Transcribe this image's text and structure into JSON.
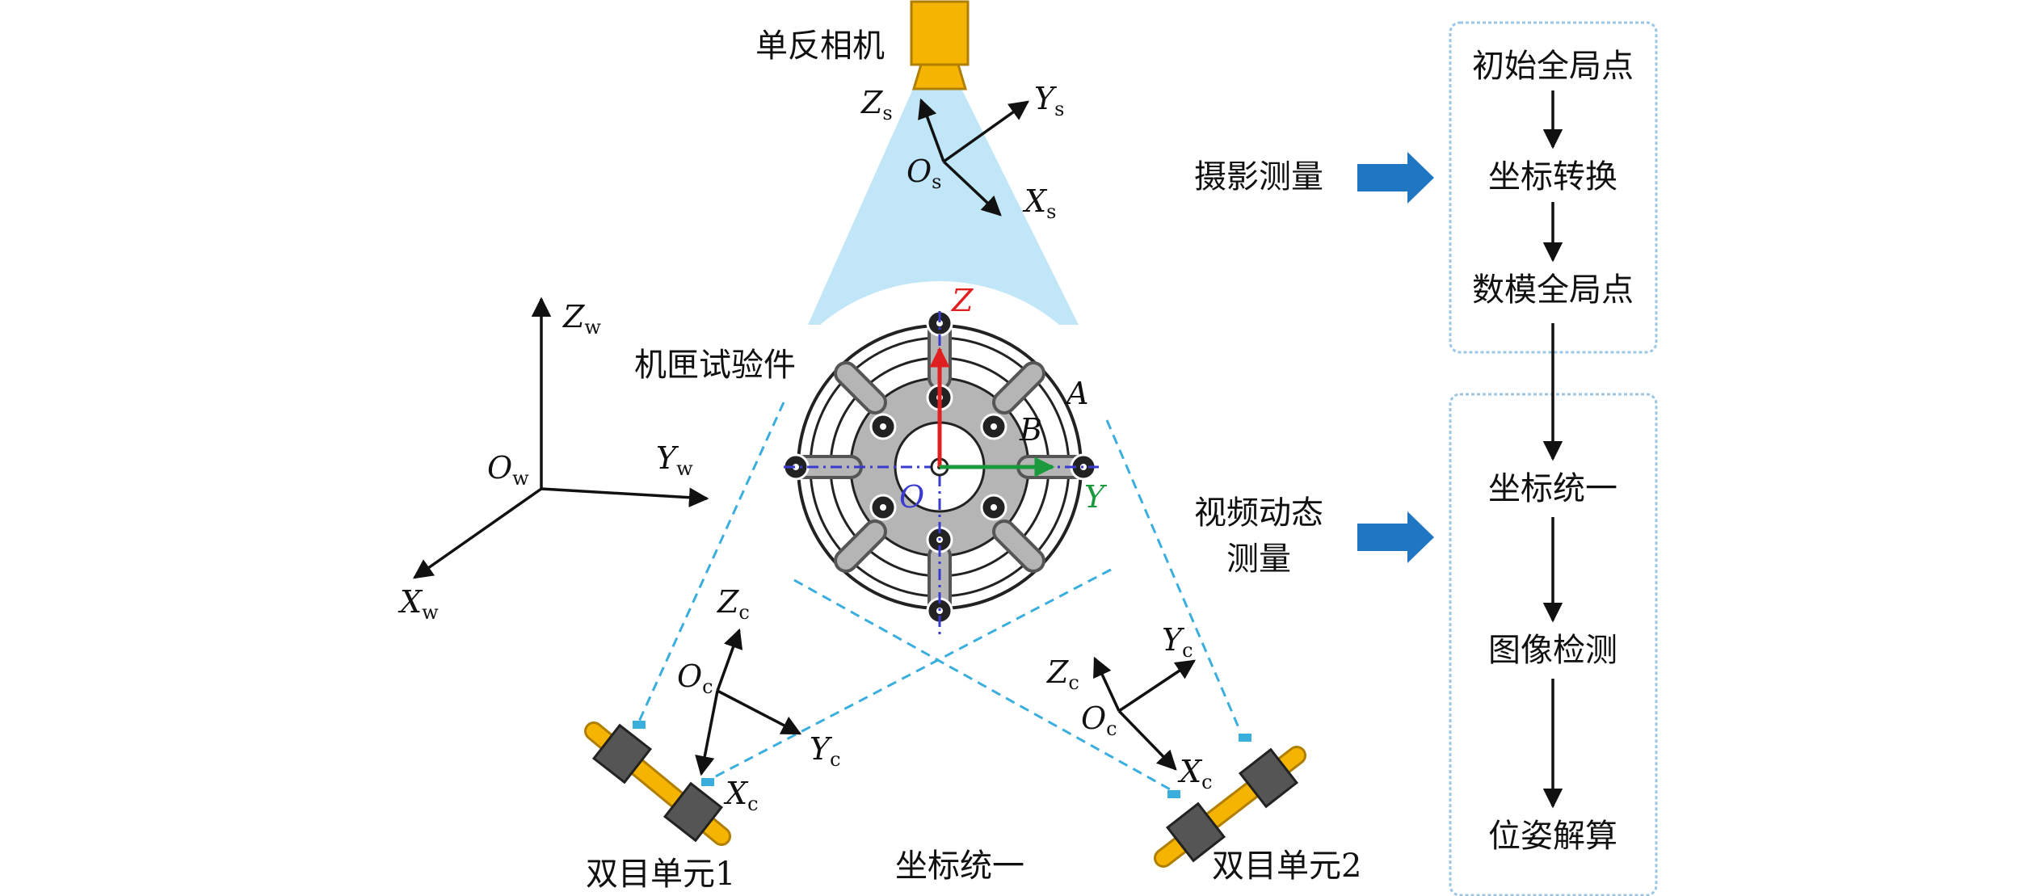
{
  "labels": {
    "camera": "单反相机",
    "specimen": "机匣试验件",
    "binocular_1": "双目单元1",
    "binocular_2": "双目单元2",
    "coord_unify_bottom": "坐标统一",
    "photogrammetry": "摄影测量",
    "video_measure_line1": "视频动态",
    "video_measure_line2": "测量",
    "point_A": "A",
    "point_B": "B",
    "axis_Z_red": "Z",
    "axis_Y_green": "Y",
    "origin_O": "O"
  },
  "frames": {
    "camera": {
      "O": "O",
      "O_sub": "s",
      "X": "X",
      "X_sub": "s",
      "Y": "Y",
      "Y_sub": "s",
      "Z": "Z",
      "Z_sub": "s"
    },
    "world": {
      "O": "O",
      "O_sub": "w",
      "X": "X",
      "X_sub": "w",
      "Y": "Y",
      "Y_sub": "w",
      "Z": "Z",
      "Z_sub": "w"
    },
    "binocular_1": {
      "O": "O",
      "O_sub": "c",
      "X": "X",
      "X_sub": "c",
      "Y": "Y",
      "Y_sub": "c",
      "Z": "Z",
      "Z_sub": "c"
    },
    "binocular_2": {
      "O": "O",
      "O_sub": "c",
      "X": "X",
      "X_sub": "c",
      "Y": "Y",
      "Y_sub": "c",
      "Z": "Z",
      "Z_sub": "c"
    }
  },
  "flow": {
    "group1": [
      "初始全局点",
      "坐标转换",
      "数模全局点"
    ],
    "group2": [
      "坐标统一",
      "图像检测",
      "位姿解算"
    ]
  },
  "colors": {
    "camera_body": "#f5b400",
    "fov_cone": "#c0e6f7",
    "dashed_ray": "#3aaedc",
    "arrow_blue": "#1f77c4",
    "axis_red": "#e02020",
    "axis_green": "#1a9a3c",
    "axis_center": "#3a3ad0",
    "box_border": "#9cc6e2",
    "disk_gray": "#b5b5b5"
  }
}
